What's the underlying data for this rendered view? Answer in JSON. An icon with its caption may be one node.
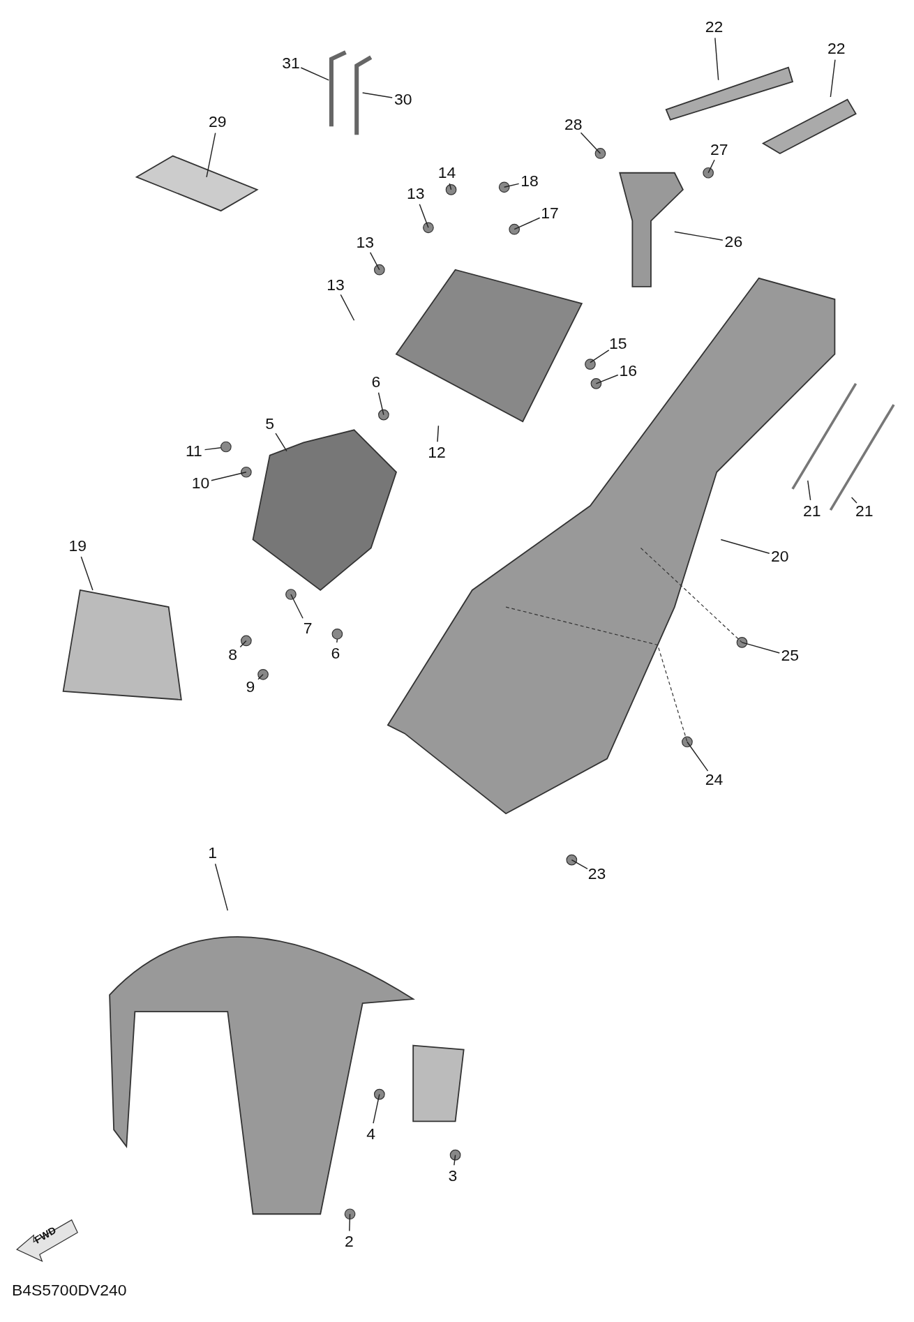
{
  "diagram": {
    "nodes": [
      {
        "text": [
          "31"
        ]
      },
      {
        "text": [
          "30"
        ]
      },
      {
        "text": [
          "29"
        ]
      },
      {
        "text": [
          "22"
        ]
      },
      {
        "text": [
          "22"
        ]
      },
      {
        "text": [
          "28"
        ]
      },
      {
        "text": [
          "27"
        ]
      },
      {
        "text": [
          "14"
        ]
      },
      {
        "text": [
          "18"
        ]
      },
      {
        "text": [
          "17"
        ]
      },
      {
        "text": [
          "13"
        ]
      },
      {
        "text": [
          "13"
        ]
      },
      {
        "text": [
          "13"
        ]
      },
      {
        "text": [
          "26"
        ]
      },
      {
        "text": [
          "15"
        ]
      },
      {
        "text": [
          "16"
        ]
      },
      {
        "text": [
          "6"
        ]
      },
      {
        "text": [
          "5"
        ]
      },
      {
        "text": [
          "12"
        ]
      },
      {
        "text": [
          "11"
        ]
      },
      {
        "text": [
          "10"
        ]
      },
      {
        "text": [
          "19"
        ]
      },
      {
        "text": [
          "20"
        ]
      },
      {
        "text": [
          "25"
        ]
      },
      {
        "text": [
          "7"
        ]
      },
      {
        "text": [
          "8"
        ]
      },
      {
        "text": [
          "9"
        ]
      },
      {
        "text": [
          "6"
        ]
      },
      {
        "text": [
          "24"
        ]
      },
      {
        "text": [
          "23"
        ]
      },
      {
        "text": [
          "21"
        ]
      },
      {
        "text": [
          "21"
        ]
      },
      {
        "text": [
          "1"
        ]
      },
      {
        "text": [
          "4"
        ]
      },
      {
        "text": [
          "3"
        ]
      },
      {
        "text": [
          "2"
        ]
      }
    ],
    "edges": [
      {
        "from": 0,
        "to": null,
        "arrow": "none"
      },
      {
        "from": 1,
        "to": null,
        "arrow": "none"
      },
      {
        "from": 2,
        "to": null,
        "arrow": "none"
      },
      {
        "from": 3,
        "to": null,
        "arrow": "none"
      },
      {
        "from": 4,
        "to": null,
        "arrow": "none"
      },
      {
        "from": 5,
        "to": null,
        "arrow": "none"
      },
      {
        "from": 6,
        "to": null,
        "arrow": "none"
      },
      {
        "from": 7,
        "to": null,
        "arrow": "none"
      },
      {
        "from": 8,
        "to": null,
        "arrow": "none"
      },
      {
        "from": 9,
        "to": null,
        "arrow": "none"
      },
      {
        "from": 10,
        "to": null,
        "arrow": "none"
      },
      {
        "from": 11,
        "to": null,
        "arrow": "none"
      },
      {
        "from": 12,
        "to": null,
        "arrow": "none"
      },
      {
        "from": 13,
        "to": null,
        "arrow": "none"
      },
      {
        "from": 14,
        "to": null,
        "arrow": "none"
      },
      {
        "from": 15,
        "to": null,
        "arrow": "none"
      },
      {
        "from": 16,
        "to": null,
        "arrow": "none"
      },
      {
        "from": 17,
        "to": null,
        "arrow": "none"
      },
      {
        "from": 18,
        "to": null,
        "arrow": "none"
      },
      {
        "from": 19,
        "to": null,
        "arrow": "none"
      },
      {
        "from": 20,
        "to": null,
        "arrow": "none"
      },
      {
        "from": 21,
        "to": null,
        "arrow": "none"
      },
      {
        "from": 22,
        "to": null,
        "arrow": "none"
      },
      {
        "from": 23,
        "to": null,
        "arrow": "none"
      },
      {
        "from": 24,
        "to": null,
        "arrow": "none"
      },
      {
        "from": 25,
        "to": null,
        "arrow": "none"
      },
      {
        "from": 26,
        "to": null,
        "arrow": "none"
      },
      {
        "from": 27,
        "to": null,
        "arrow": "none"
      },
      {
        "from": 28,
        "to": null,
        "arrow": "none"
      },
      {
        "from": 29,
        "to": null,
        "arrow": "none"
      },
      {
        "from": 30,
        "to": null,
        "arrow": "none"
      },
      {
        "from": 31,
        "to": null,
        "arrow": "none"
      },
      {
        "from": 32,
        "to": null,
        "arrow": "none"
      },
      {
        "from": 33,
        "to": null,
        "arrow": "none"
      },
      {
        "from": 34,
        "to": null,
        "arrow": "none"
      },
      {
        "from": 35,
        "to": null,
        "arrow": "none"
      }
    ],
    "labels": [
      "FWD",
      "B4S5700DV240"
    ]
  }
}
